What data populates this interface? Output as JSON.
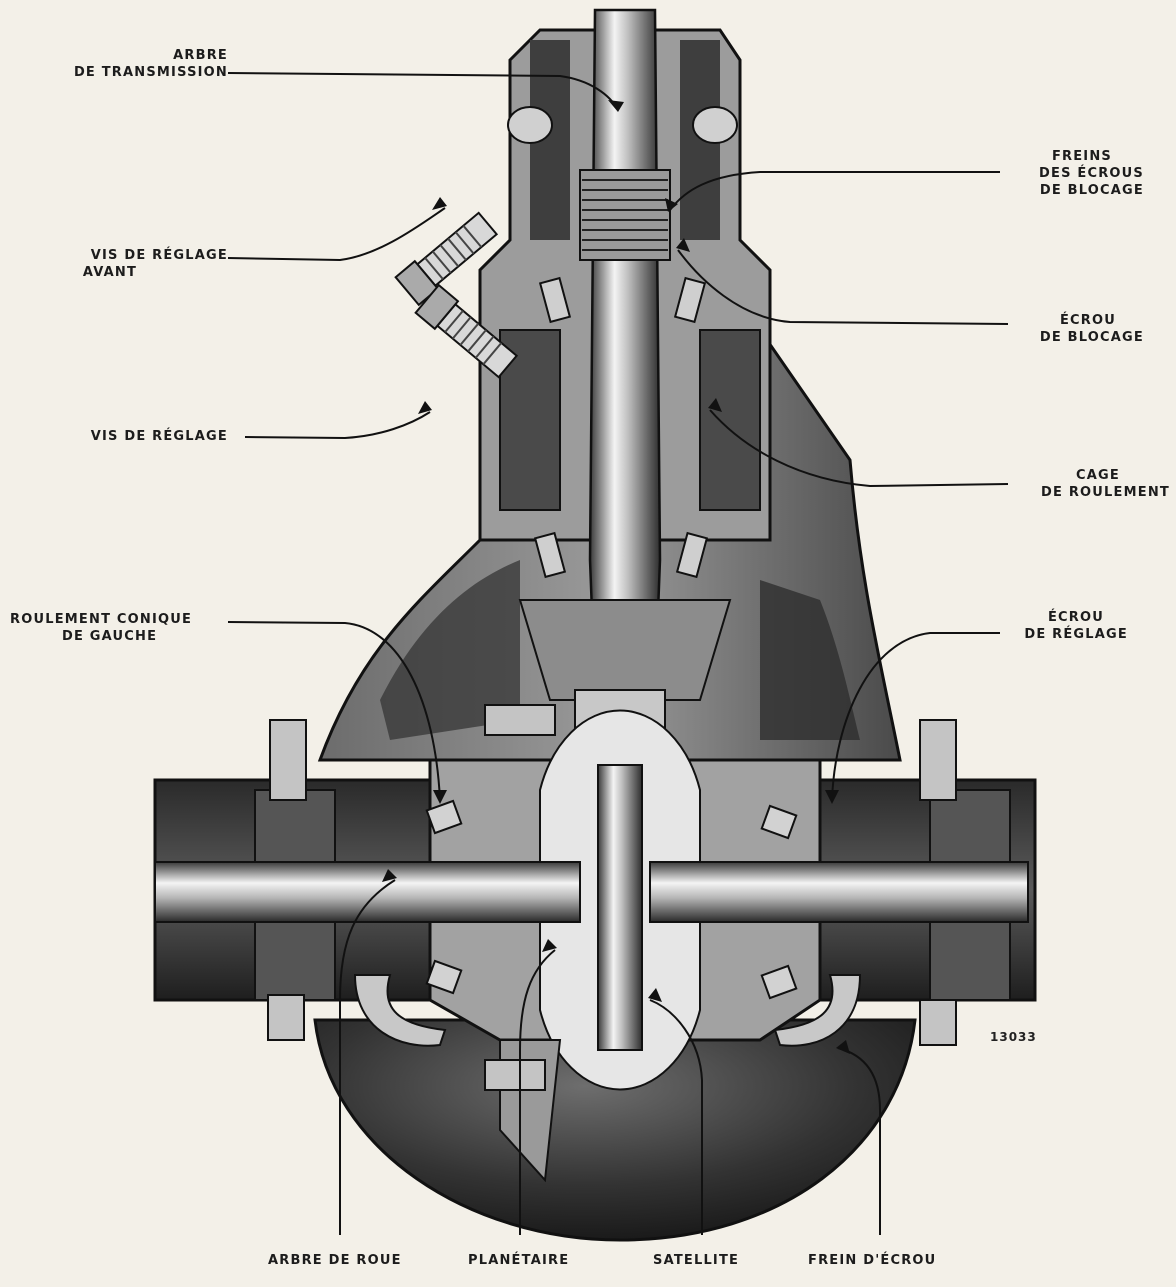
{
  "labels": {
    "arbre_transmission": [
      "ARBRE",
      "DE TRANSMISSION"
    ],
    "vis_reglage_avant": [
      "VIS DE RÉGLAGE",
      "AVANT"
    ],
    "vis_reglage": [
      "VIS DE RÉGLAGE"
    ],
    "roulement_conique": [
      "ROULEMENT CONIQUE",
      "DE GAUCHE"
    ],
    "freins_ecrous": [
      "FREINS",
      "DES ÉCROUS",
      "DE BLOCAGE"
    ],
    "ecrou_blocage": [
      "ÉCROU",
      "DE BLOCAGE"
    ],
    "cage_roulement": [
      "CAGE",
      "DE ROULEMENT"
    ],
    "ecrou_reglage": [
      "ÉCROU",
      "DE RÉGLAGE"
    ],
    "arbre_roue": "ARBRE DE ROUE",
    "planetaire": "PLANÉTAIRE",
    "satellite": "SATELLITE",
    "frein_ecrou": "FREIN D'ÉCROU"
  },
  "figure_number": "13033",
  "colors": {
    "paper": "#f3f0e8",
    "metal_dark": "#2b2b2b",
    "metal_mid": "#8a8a8a",
    "metal_light": "#d8d8d8"
  }
}
